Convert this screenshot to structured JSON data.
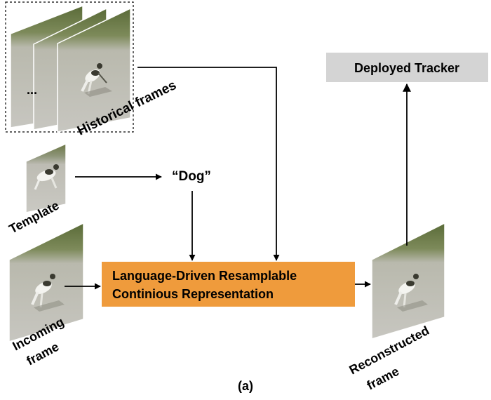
{
  "historical": {
    "label": "Historical frames",
    "ellipsis": "..."
  },
  "template": {
    "label": "Template"
  },
  "incoming": {
    "label_line1": "Incoming",
    "label_line2": "frame"
  },
  "text_prompt": {
    "label": "“Dog”"
  },
  "ldrc": {
    "line1": "Language-Driven Resamplable",
    "line2": "Continious Representation",
    "fill": "#ef9b3c"
  },
  "reconstructed": {
    "label_line1": "Reconstructed",
    "label_line2": "frame"
  },
  "tracker": {
    "label": "Deployed Tracker",
    "fill": "#d4d4d4"
  },
  "caption": "(a)"
}
